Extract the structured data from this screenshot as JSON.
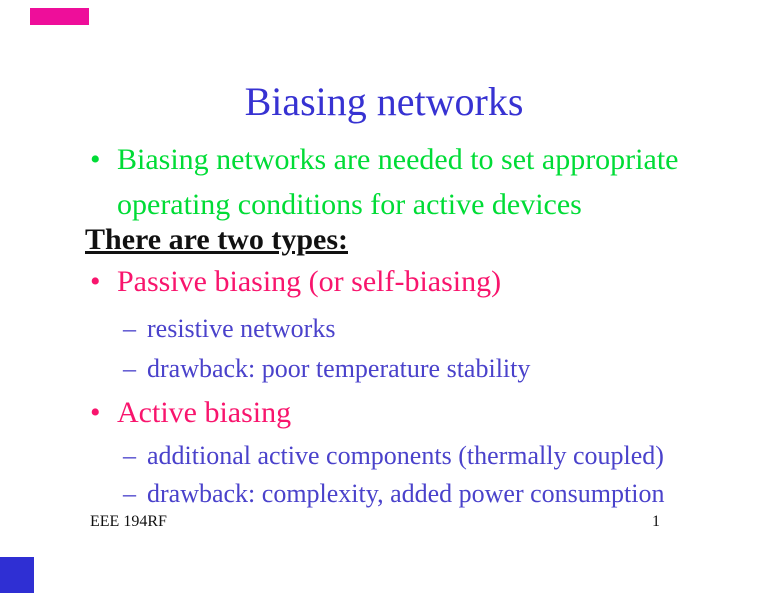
{
  "title": "Biasing networks",
  "content": {
    "bullet_marker": "•",
    "dash_marker": "–",
    "bullet1_line1": "Biasing networks are needed to set appropriate",
    "bullet1_line2": "operating conditions for active devices",
    "heading": "There are two types:",
    "bullet2": "Passive biasing (or self-biasing)",
    "sub1": "resistive networks",
    "sub2": "drawback: poor temperature stability",
    "bullet3": "Active biasing",
    "sub3": "additional active components (thermally coupled)",
    "sub4": "drawback: complexity, added power consumption"
  },
  "footer": {
    "course_code": "EEE 194RF",
    "page_number": "1"
  },
  "colors": {
    "title_blue": "#3732d2",
    "body_blue": "#4a42cb",
    "bullet_green": "#00dc36",
    "bullet_pink": "#f8156d",
    "text_black": "#111111",
    "artifact_magenta": "#ee0e9a",
    "artifact_blue": "#2f2fd3"
  }
}
